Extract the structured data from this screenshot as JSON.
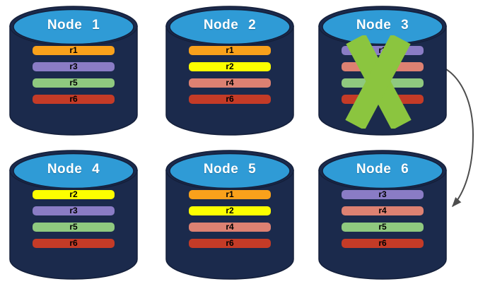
{
  "palette": {
    "cylinder_body": "#1B2A4C",
    "cylinder_outline": "#141F3A",
    "cylinder_top": "#2F9BD6",
    "title_color": "#FFFFFF",
    "bar_text_color": "#000000",
    "failure_x_color": "#8BC53F",
    "arrow_color": "#4D4D4D"
  },
  "replica_colors": {
    "r1": "#F9A11B",
    "r2": "#FCFF00",
    "r3": "#8A7CC5",
    "r4": "#DD8172",
    "r5": "#8FC97F",
    "r6": "#C43B27"
  },
  "nodes": [
    {
      "title": "Node 1",
      "failed": false,
      "replicas": [
        {
          "label": "r1",
          "color": "#F9A11B"
        },
        {
          "label": "r3",
          "color": "#8A7CC5"
        },
        {
          "label": "r5",
          "color": "#8FC97F"
        },
        {
          "label": "r6",
          "color": "#C43B27"
        }
      ]
    },
    {
      "title": "Node 2",
      "failed": false,
      "replicas": [
        {
          "label": "r1",
          "color": "#F9A11B"
        },
        {
          "label": "r2",
          "color": "#FCFF00"
        },
        {
          "label": "r4",
          "color": "#DD8172"
        },
        {
          "label": "r6",
          "color": "#C43B27"
        }
      ]
    },
    {
      "title": "Node 3",
      "failed": true,
      "replicas": [
        {
          "label": "r3",
          "color": "#8A7CC5"
        },
        {
          "label": "r4",
          "color": "#DD8172"
        },
        {
          "label": "r5",
          "color": "#8FC97F"
        },
        {
          "label": "r6",
          "color": "#C43B27"
        }
      ]
    },
    {
      "title": "Node 4",
      "failed": false,
      "replicas": [
        {
          "label": "r2",
          "color": "#FCFF00"
        },
        {
          "label": "r3",
          "color": "#8A7CC5"
        },
        {
          "label": "r5",
          "color": "#8FC97F"
        },
        {
          "label": "r6",
          "color": "#C43B27"
        }
      ]
    },
    {
      "title": "Node 5",
      "failed": false,
      "replicas": [
        {
          "label": "r1",
          "color": "#F9A11B"
        },
        {
          "label": "r2",
          "color": "#FCFF00"
        },
        {
          "label": "r4",
          "color": "#DD8172"
        },
        {
          "label": "r6",
          "color": "#C43B27"
        }
      ]
    },
    {
      "title": "Node 6",
      "failed": false,
      "replicas": [
        {
          "label": "r3",
          "color": "#8A7CC5"
        },
        {
          "label": "r4",
          "color": "#DD8172"
        },
        {
          "label": "r5",
          "color": "#8FC97F"
        },
        {
          "label": "r6",
          "color": "#C43B27"
        }
      ]
    }
  ],
  "annotations": {
    "failure_x": {
      "on_node": "Node 3"
    },
    "arrow": {
      "from": "Node 3",
      "to": "Node 6"
    }
  }
}
